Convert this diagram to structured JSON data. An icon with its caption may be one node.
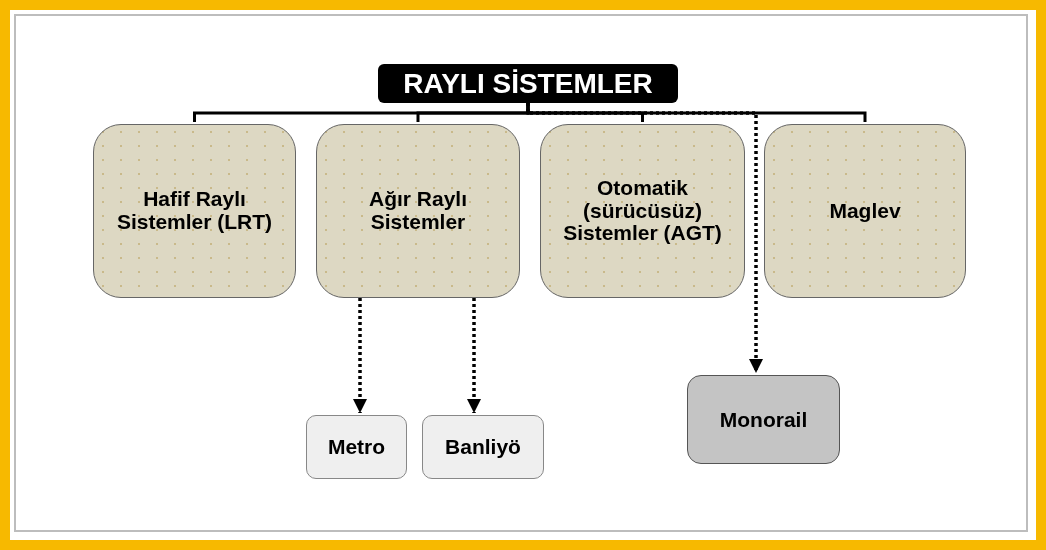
{
  "diagram": {
    "nodes": [
      {
        "text": [
          "RAYLI SİSTEMLER"
        ]
      },
      {
        "text": [
          "Hafif Raylı Sistemler (LRT)"
        ]
      },
      {
        "text": [
          "Ağır Raylı Sistemler"
        ]
      },
      {
        "text": [
          "Otomatik (sürücüsüz) Sistemler (AGT)"
        ]
      },
      {
        "text": [
          "Maglev"
        ]
      },
      {
        "text": [
          "Metro"
        ]
      },
      {
        "text": [
          "Banliyö"
        ]
      },
      {
        "text": [
          "Monorail"
        ]
      }
    ],
    "edges": [
      {
        "from": 0,
        "to": 1,
        "arrow": "none"
      },
      {
        "from": 0,
        "to": 2,
        "arrow": "none"
      },
      {
        "from": 0,
        "to": 3,
        "arrow": "none"
      },
      {
        "from": 0,
        "to": 4,
        "arrow": "none"
      },
      {
        "from": 2,
        "to": 5,
        "arrow": "to",
        "style": "dashed"
      },
      {
        "from": 2,
        "to": 6,
        "arrow": "to",
        "style": "dashed"
      },
      {
        "from": 0,
        "to": 7,
        "arrow": "to",
        "style": "dashed"
      }
    ]
  }
}
